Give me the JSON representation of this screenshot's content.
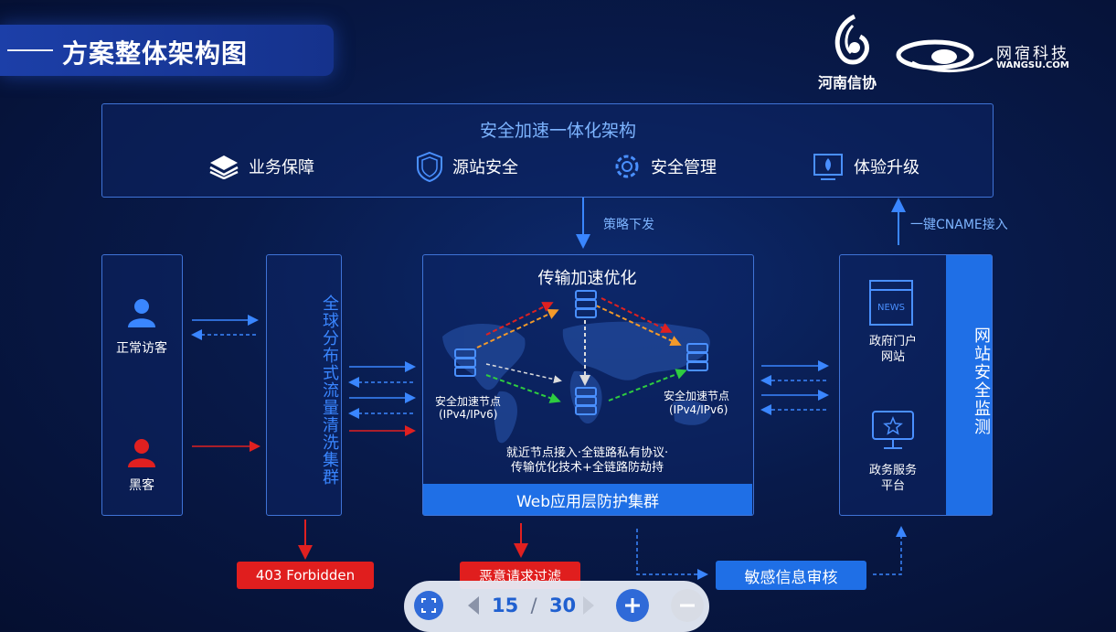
{
  "header": {
    "title": "方案整体架构图"
  },
  "logos": {
    "henan": "河南信协",
    "wangsu_cn": "网宿科技",
    "wangsu_en": "WANGSU.COM"
  },
  "top": {
    "title": "安全加速一体化架构",
    "items": [
      {
        "label": "业务保障",
        "icon": "layers-icon"
      },
      {
        "label": "源站安全",
        "icon": "shield-icon"
      },
      {
        "label": "安全管理",
        "icon": "gear-icon"
      },
      {
        "label": "体验升级",
        "icon": "rocket-monitor-icon"
      }
    ]
  },
  "flows": {
    "strategy": "策略下发",
    "cname": "一键CNAME接入"
  },
  "visitors": {
    "normal": "正常访客",
    "hacker": "黑客"
  },
  "cluster": {
    "label": "全球分布式流量清洗集群"
  },
  "center": {
    "title": "传输加速优化",
    "node_left": "安全加速节点",
    "node_left_sub": "(IPv4/IPv6)",
    "node_right": "安全加速节点",
    "node_right_sub": "(IPv4/IPv6)",
    "desc1": "就近节点接入·全链路私有协议·",
    "desc2": "传输优化技术+全链路防劫持",
    "web_bar": "Web应用层防护集群"
  },
  "right": {
    "news_label": "NEWS",
    "portal1": "政府门户",
    "portal2": "网站",
    "service1": "政务服务",
    "service2": "平台",
    "monitor": "网站安全监测"
  },
  "tags": {
    "forbidden": "403 Forbidden",
    "malicious": "恶意请求过滤",
    "audit": "敏感信息审核"
  },
  "nav": {
    "current": "15",
    "separator": "/",
    "total": "30"
  },
  "colors": {
    "accent": "#1f6fe6",
    "danger": "#e01e1e",
    "light_blue": "#7db4ff"
  }
}
